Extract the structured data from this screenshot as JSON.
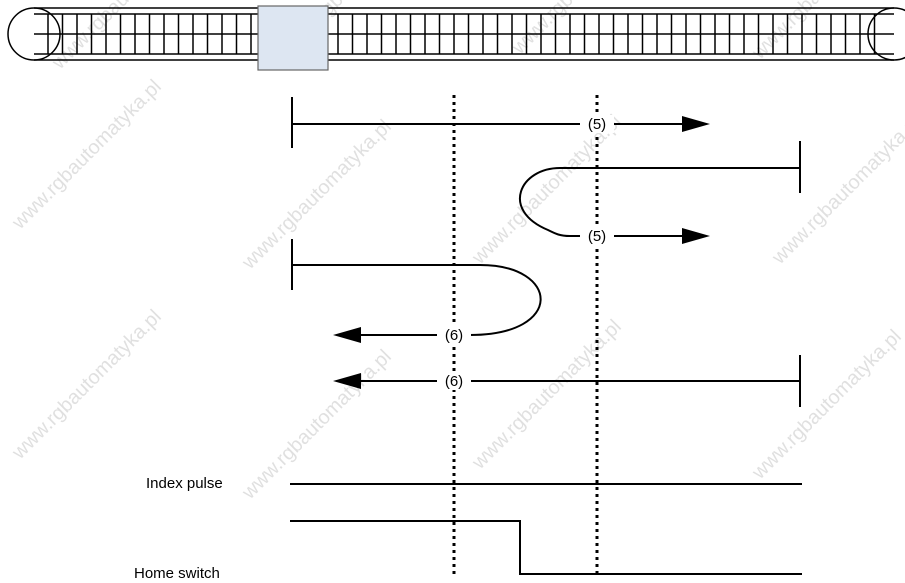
{
  "labels": {
    "index_pulse": "Index pulse",
    "home_switch": "Home switch"
  },
  "step_labels": {
    "path_1": "(5)",
    "path_2": "(5)",
    "path_3": "(6)",
    "path_4": "(6)"
  },
  "watermark": "www.rgbautomatyka.pl",
  "colors": {
    "line": "#000000",
    "carriage_fill": "#dde6f2",
    "carriage_stroke": "#666666",
    "watermark": "#c8c8c8"
  }
}
